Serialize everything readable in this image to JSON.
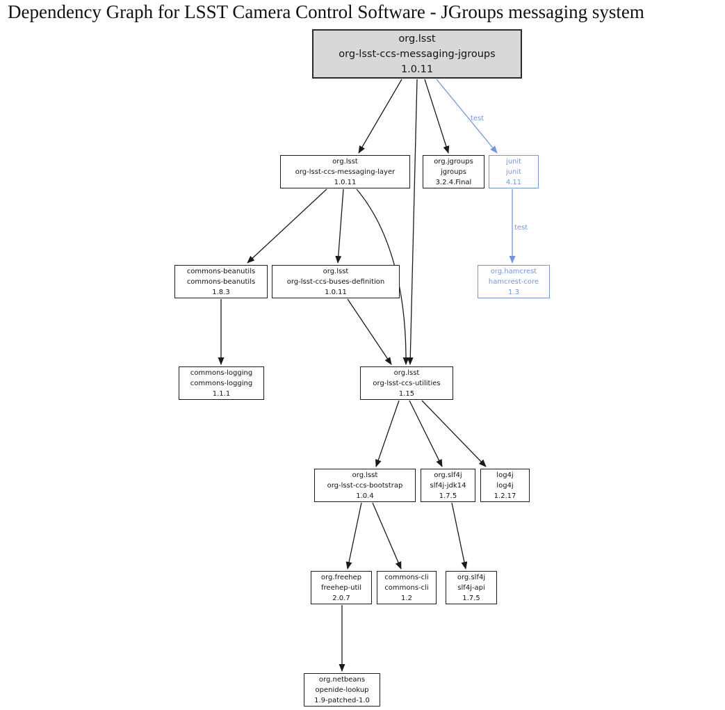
{
  "title": "Dependency Graph for LSST Camera Control Software - JGroups messaging system",
  "colors": {
    "test_scope_blue": "#7295e7",
    "root_fill": "#d8d8d8",
    "edge_black": "#1a1a1a"
  },
  "edge_labels": {
    "root_to_junit": "test",
    "junit_to_hamcrest": "test"
  },
  "nodes": [
    {
      "group": "org.lsst",
      "artifact": "org-lsst-ccs-messaging-jgroups",
      "version": "1.0.11",
      "scope": "root"
    },
    {
      "group": "org.lsst",
      "artifact": "org-lsst-ccs-messaging-layer",
      "version": "1.0.11",
      "scope": "compile"
    },
    {
      "group": "org.jgroups",
      "artifact": "jgroups",
      "version": "3.2.4.Final",
      "scope": "compile"
    },
    {
      "group": "junit",
      "artifact": "junit",
      "version": "4.11",
      "scope": "test"
    },
    {
      "group": "commons-beanutils",
      "artifact": "commons-beanutils",
      "version": "1.8.3",
      "scope": "compile"
    },
    {
      "group": "org.lsst",
      "artifact": "org-lsst-ccs-buses-definition",
      "version": "1.0.11",
      "scope": "compile"
    },
    {
      "group": "org.hamcrest",
      "artifact": "hamcrest-core",
      "version": "1.3",
      "scope": "test"
    },
    {
      "group": "commons-logging",
      "artifact": "commons-logging",
      "version": "1.1.1",
      "scope": "compile"
    },
    {
      "group": "org.lsst",
      "artifact": "org-lsst-ccs-utilities",
      "version": "1.15",
      "scope": "compile"
    },
    {
      "group": "org.lsst",
      "artifact": "org-lsst-ccs-bootstrap",
      "version": "1.0.4",
      "scope": "compile"
    },
    {
      "group": "org.slf4j",
      "artifact": "slf4j-jdk14",
      "version": "1.7.5",
      "scope": "compile"
    },
    {
      "group": "log4j",
      "artifact": "log4j",
      "version": "1.2.17",
      "scope": "compile"
    },
    {
      "group": "org.freehep",
      "artifact": "freehep-util",
      "version": "2.0.7",
      "scope": "compile"
    },
    {
      "group": "commons-cli",
      "artifact": "commons-cli",
      "version": "1.2",
      "scope": "compile"
    },
    {
      "group": "org.slf4j",
      "artifact": "slf4j-api",
      "version": "1.7.5",
      "scope": "compile"
    },
    {
      "group": "org.netbeans",
      "artifact": "openide-lookup",
      "version": "1.9-patched-1.0",
      "scope": "compile"
    }
  ],
  "edges": [
    {
      "from": "org-lsst-ccs-messaging-jgroups",
      "to": "org-lsst-ccs-messaging-layer",
      "scope": "compile"
    },
    {
      "from": "org-lsst-ccs-messaging-jgroups",
      "to": "org-lsst-ccs-utilities",
      "scope": "compile"
    },
    {
      "from": "org-lsst-ccs-messaging-jgroups",
      "to": "jgroups",
      "scope": "compile"
    },
    {
      "from": "org-lsst-ccs-messaging-jgroups",
      "to": "junit",
      "scope": "test"
    },
    {
      "from": "org-lsst-ccs-messaging-layer",
      "to": "commons-beanutils",
      "scope": "compile"
    },
    {
      "from": "org-lsst-ccs-messaging-layer",
      "to": "org-lsst-ccs-buses-definition",
      "scope": "compile"
    },
    {
      "from": "org-lsst-ccs-messaging-layer",
      "to": "org-lsst-ccs-utilities",
      "scope": "compile"
    },
    {
      "from": "junit",
      "to": "hamcrest-core",
      "scope": "test"
    },
    {
      "from": "commons-beanutils",
      "to": "commons-logging",
      "scope": "compile"
    },
    {
      "from": "org-lsst-ccs-buses-definition",
      "to": "org-lsst-ccs-utilities",
      "scope": "compile"
    },
    {
      "from": "org-lsst-ccs-utilities",
      "to": "org-lsst-ccs-bootstrap",
      "scope": "compile"
    },
    {
      "from": "org-lsst-ccs-utilities",
      "to": "slf4j-jdk14",
      "scope": "compile"
    },
    {
      "from": "org-lsst-ccs-utilities",
      "to": "log4j",
      "scope": "compile"
    },
    {
      "from": "org-lsst-ccs-bootstrap",
      "to": "freehep-util",
      "scope": "compile"
    },
    {
      "from": "org-lsst-ccs-bootstrap",
      "to": "commons-cli",
      "scope": "compile"
    },
    {
      "from": "slf4j-jdk14",
      "to": "slf4j-api",
      "scope": "compile"
    },
    {
      "from": "freehep-util",
      "to": "openide-lookup",
      "scope": "compile"
    }
  ]
}
